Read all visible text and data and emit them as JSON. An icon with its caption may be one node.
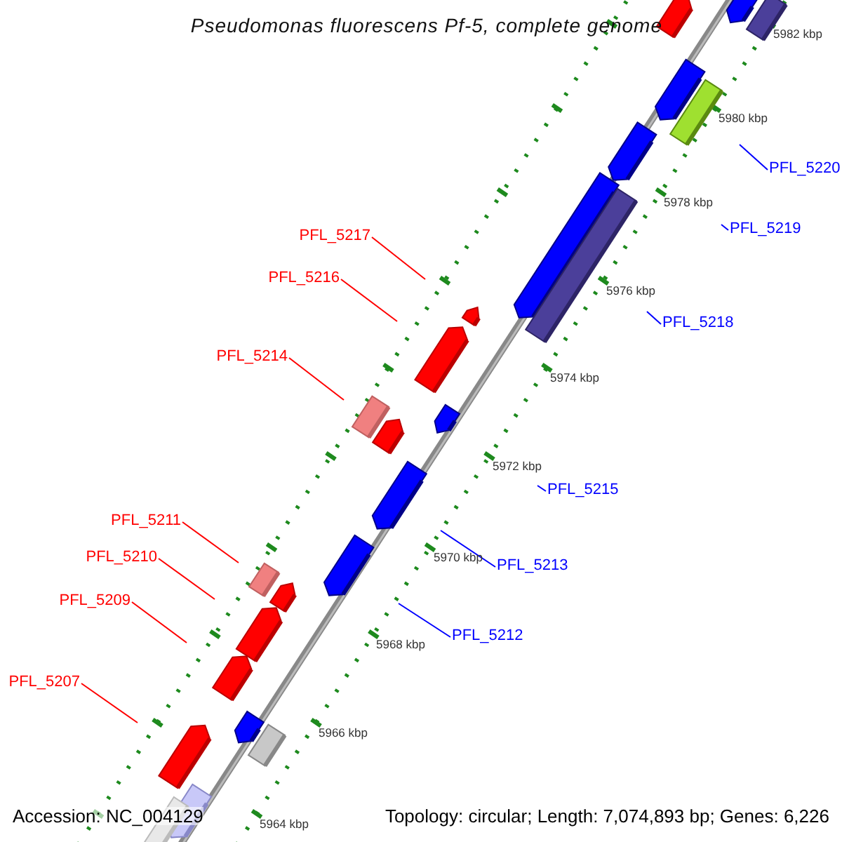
{
  "diagram": {
    "title": "Pseudomonas fluorescens Pf-5, complete genome",
    "nodes": [
      {
        "text": [
          "PFL_5220"
        ]
      },
      {
        "text": [
          "PFL_5219"
        ]
      },
      {
        "text": [
          "PFL_5217"
        ]
      },
      {
        "text": [
          "PFL_5216"
        ]
      },
      {
        "text": [
          "PFL_5218"
        ]
      },
      {
        "text": [
          "PFL_5214"
        ]
      },
      {
        "text": [
          "PFL_5215"
        ]
      },
      {
        "text": [
          "PFL_5211"
        ]
      },
      {
        "text": [
          "PFL_5210"
        ]
      },
      {
        "text": [
          "PFL_5213"
        ]
      },
      {
        "text": [
          "PFL_5209"
        ]
      },
      {
        "text": [
          "PFL_5212"
        ]
      },
      {
        "text": [
          "PFL_5207"
        ]
      }
    ],
    "edges": [
      {
        "from": 0,
        "to": null,
        "arrow": "none",
        "color": "#0000ff"
      },
      {
        "from": 1,
        "to": null,
        "arrow": "none",
        "color": "#0000ff"
      },
      {
        "from": 2,
        "to": null,
        "arrow": "none"
      },
      {
        "from": 3,
        "to": null,
        "arrow": "none"
      },
      {
        "from": 4,
        "to": null,
        "arrow": "none",
        "color": "#0000ff"
      },
      {
        "from": 5,
        "to": null,
        "arrow": "none"
      },
      {
        "from": 6,
        "to": null,
        "arrow": "none",
        "color": "#0000ff"
      },
      {
        "from": 7,
        "to": null,
        "arrow": "none"
      },
      {
        "from": 8,
        "to": null,
        "arrow": "none"
      },
      {
        "from": 9,
        "to": null,
        "arrow": "none",
        "color": "#0000ff"
      },
      {
        "from": 10,
        "to": null,
        "arrow": "none"
      },
      {
        "from": 11,
        "to": null,
        "arrow": "none",
        "color": "#0000ff"
      },
      {
        "from": 12,
        "to": null,
        "arrow": "none"
      }
    ],
    "labels": [
      "5982 kbp",
      "5980 kbp",
      "5978 kbp",
      "5976 kbp",
      "5974 kbp",
      "5972 kbp",
      "5970 kbp",
      "5968 kbp",
      "5966 kbp",
      "5964 kbp",
      "Accession: NC_004129",
      "Topology: circular; Length: 7,074,893 bp; Genes: 6,226"
    ]
  }
}
